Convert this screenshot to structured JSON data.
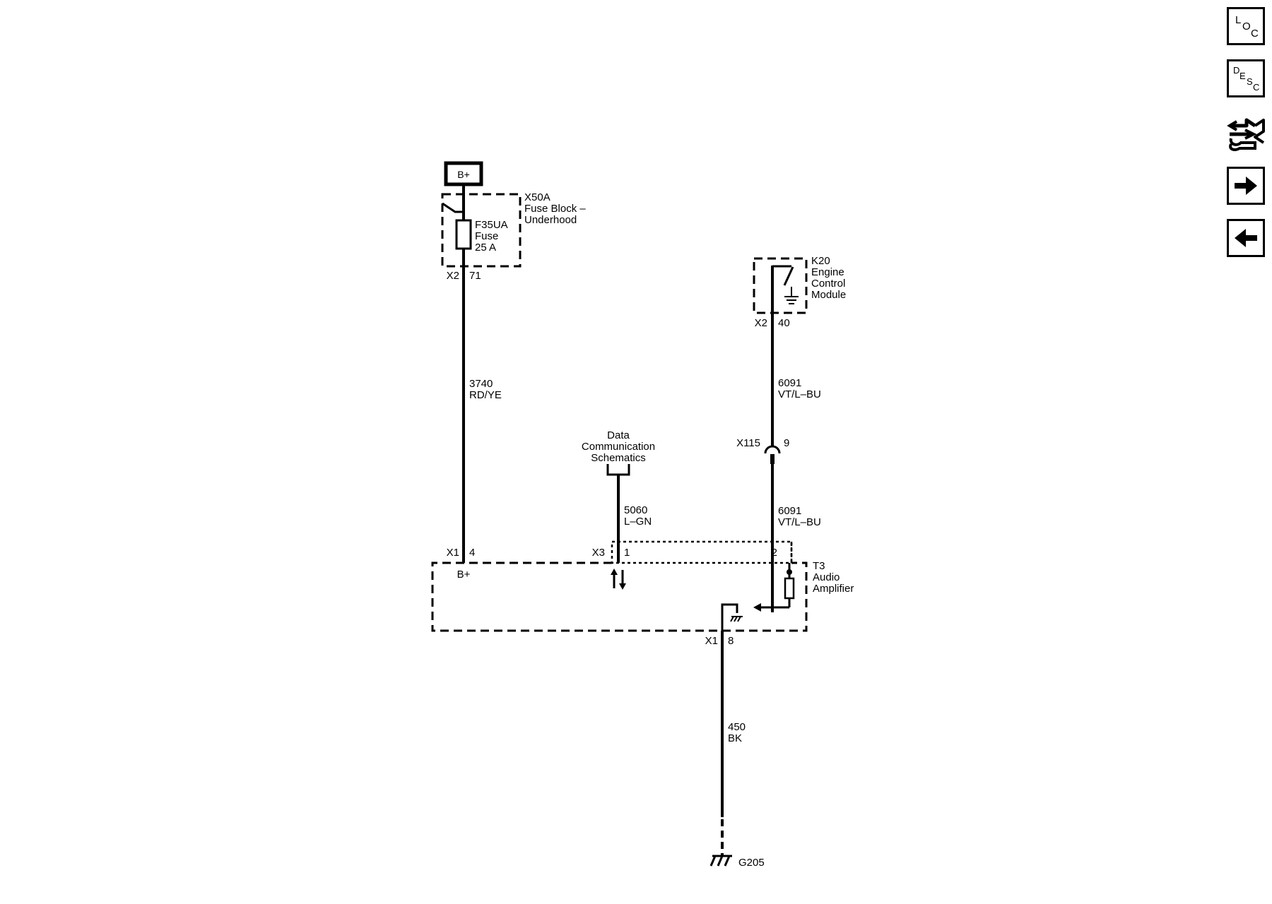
{
  "power": {
    "label": "B+"
  },
  "fuse_block": {
    "id": "X50A",
    "name_line1": "Fuse Block –",
    "name_line2": "Underhood",
    "fuse_id": "F35UA",
    "fuse_word": "Fuse",
    "fuse_rating": "25 A",
    "connector": "X2",
    "pin": "71"
  },
  "wire_3740": {
    "circuit": "3740",
    "color": "RD/YE"
  },
  "ecm": {
    "id": "K20",
    "name_line1": "Engine",
    "name_line2": "Control",
    "name_line3": "Module",
    "connector": "X2",
    "pin": "40"
  },
  "wire_6091_upper": {
    "circuit": "6091",
    "color": "VT/L–BU"
  },
  "inline_connector": {
    "id": "X115",
    "pin": "9"
  },
  "wire_6091_lower": {
    "circuit": "6091",
    "color": "VT/L–BU"
  },
  "data_comm": {
    "line1": "Data",
    "line2": "Communication",
    "line3": "Schematics"
  },
  "wire_5060": {
    "circuit": "5060",
    "color": "L–GN"
  },
  "amplifier": {
    "id": "T3",
    "name_line1": "Audio",
    "name_line2": "Amplifier",
    "conn_power": "X1",
    "pin_power": "4",
    "power_label": "B+",
    "conn_data": "X3",
    "pin_data": "1",
    "pin_signal": "2",
    "conn_ground": "X1",
    "pin_ground": "8"
  },
  "wire_450": {
    "circuit": "450",
    "color": "BK"
  },
  "ground": {
    "id": "G205"
  },
  "nav": {
    "loc": {
      "l1": "L",
      "l2": "O",
      "l3": "C"
    },
    "desc": {
      "l1": "D",
      "l2": "E",
      "l3": "S",
      "l4": "C"
    }
  }
}
